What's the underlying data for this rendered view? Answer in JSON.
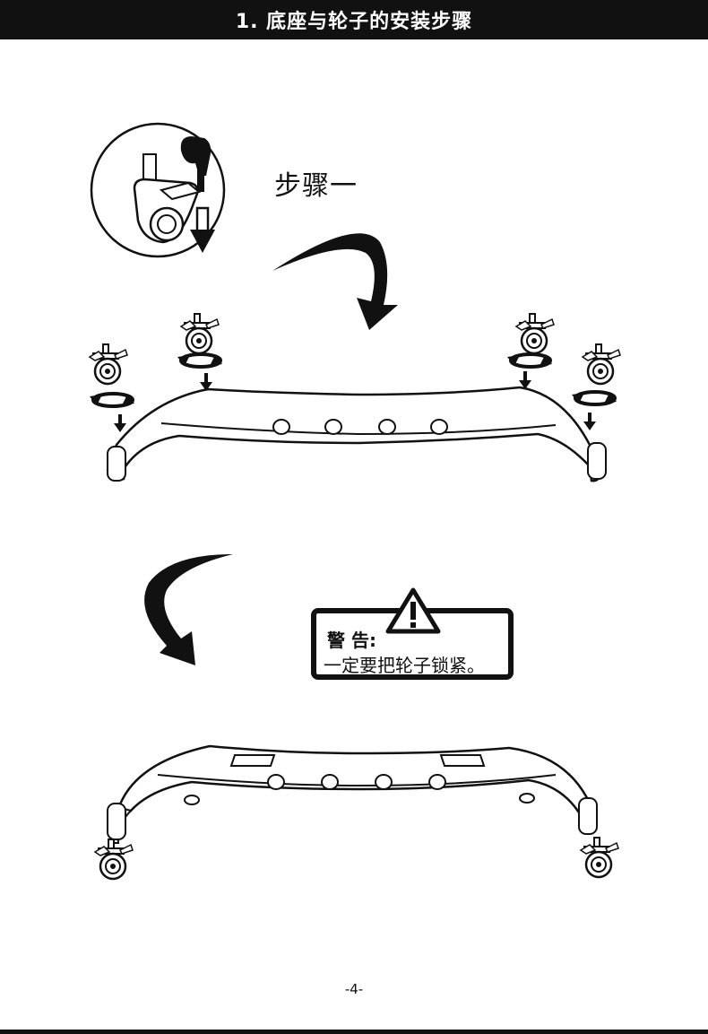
{
  "header": {
    "title": "1. 底座与轮子的安装步骤"
  },
  "step": {
    "label": "步骤一"
  },
  "warning": {
    "heading": "警 告:",
    "message": "一定要把轮子锁紧。",
    "icon": "warning-triangle-icon"
  },
  "footer": {
    "page_number": "-4-"
  },
  "colors": {
    "ink": "#111111",
    "paper": "#ffffff",
    "frame_fill": "#ffffff"
  },
  "illustrations": [
    "caster-insert-detail-icon",
    "pressing-hand-icon",
    "curved-arrow-down-right-icon",
    "base-frame-with-casters-icon",
    "curved-arrow-down-left-icon",
    "base-frame-assembled-icon"
  ]
}
